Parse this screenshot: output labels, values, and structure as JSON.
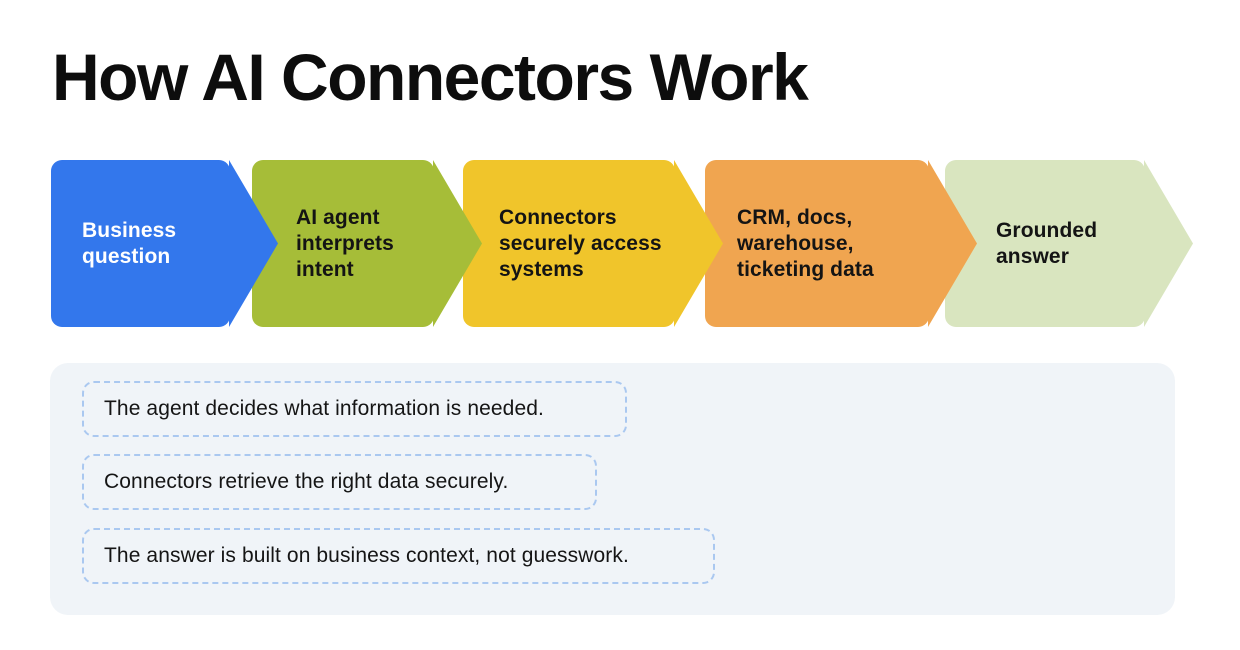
{
  "page": {
    "title": "How AI Connectors Work",
    "background": "#ffffff"
  },
  "flow": {
    "arrows": [
      {
        "label": "Business question",
        "lines": [
          "Business",
          "question"
        ],
        "color": "#3377ec",
        "text_color": "#ffffff"
      },
      {
        "label": "AI agent interprets intent",
        "lines": [
          "AI agent",
          "interprets",
          "intent"
        ],
        "color": "#a6bd38",
        "text_color": "#141414"
      },
      {
        "label": "Connectors securely access systems",
        "lines": [
          "Connectors",
          "securely access",
          "systems"
        ],
        "color": "#f0c52b",
        "text_color": "#141414"
      },
      {
        "label": "CRM, docs, warehouse, ticketing data",
        "lines": [
          "CRM, docs,",
          "warehouse,",
          "ticketing data"
        ],
        "color": "#f0a550",
        "text_color": "#141414"
      },
      {
        "label": "Grounded answer",
        "lines": [
          "Grounded",
          "answer"
        ],
        "color": "#d9e5bf",
        "text_color": "#141414"
      }
    ]
  },
  "notes": {
    "panel_background": "#f0f4f8",
    "border_color": "#aac8f0",
    "items": [
      {
        "text": "The agent decides what information is needed."
      },
      {
        "text": "Connectors retrieve the right data securely."
      },
      {
        "text": "The answer is built on business context, not guesswork."
      }
    ]
  }
}
